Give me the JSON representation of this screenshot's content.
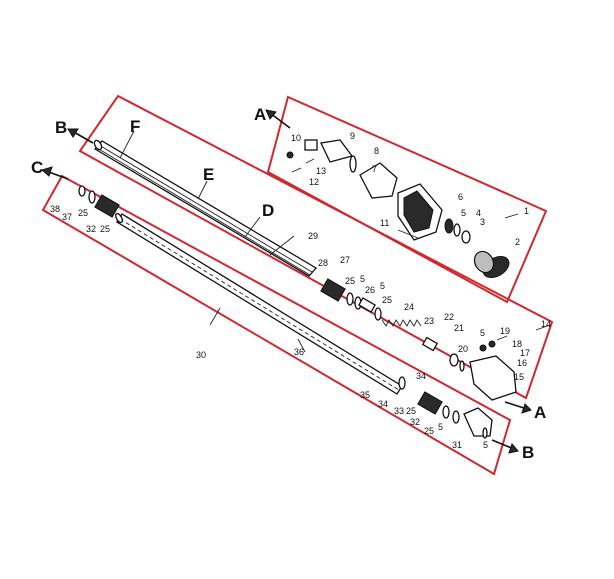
{
  "diagram": {
    "colors": {
      "frame": "#d0282e",
      "ink": "#111111"
    },
    "big_labels": {
      "A_top": "A",
      "B_top": "B",
      "C_left": "C",
      "F": "F",
      "E": "E",
      "D": "D",
      "A_right": "A",
      "B_right": "B"
    },
    "numbers": {
      "n1": "1",
      "n2": "2",
      "n3": "3",
      "n4": "4",
      "n5a": "5",
      "n6": "6",
      "n7": "7",
      "n8": "8",
      "n9": "9",
      "n10": "10",
      "n11": "11",
      "n12": "12",
      "n13": "13",
      "n14": "14",
      "n15": "15",
      "n16": "16",
      "n17": "17",
      "n18": "18",
      "n19": "19",
      "n20": "20",
      "n21": "21",
      "n22": "22",
      "n23": "23",
      "n24": "24",
      "n25a": "25",
      "n25b": "25",
      "n25c": "25",
      "n25d": "25",
      "n25e": "25",
      "n25f": "25",
      "n5b": "5",
      "n5c": "5",
      "n5d": "5",
      "n5e": "5",
      "n5f": "5",
      "n26": "26",
      "n27": "27",
      "n28": "28",
      "n29": "29",
      "n30": "30",
      "n31": "31",
      "n32a": "32",
      "n32b": "32",
      "n33": "33",
      "n34a": "34",
      "n34b": "34",
      "n35": "35",
      "n36": "36",
      "n37": "37",
      "n38": "38"
    }
  }
}
